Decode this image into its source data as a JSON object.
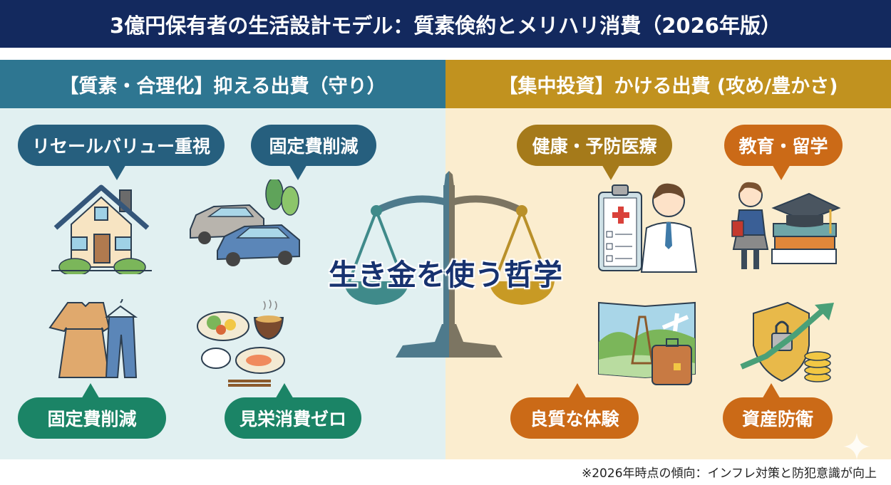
{
  "title": "3億円保有者の生活設計モデル：質素倹約とメリハリ消費（2026年版）",
  "colors": {
    "title_bg": "#13295e",
    "left_header": "#2e7691",
    "left_bg": "#e1f0f1",
    "right_header": "#c1921f",
    "right_bg": "#fbedcf",
    "blue_bubble": "#265f7e",
    "green_bubble": "#1b8466",
    "gold_bubble": "#a57a1a",
    "orange_bubble": "#cb6a17",
    "center_text": "#17326f"
  },
  "left": {
    "header": "【質素・合理化】抑える出費（守り）",
    "items": [
      {
        "label": "リセールバリュー重視",
        "icon": "house-icon"
      },
      {
        "label": "固定費削減",
        "icon": "cars-icon"
      },
      {
        "label": "固定費削減",
        "icon": "clothes-icon"
      },
      {
        "label": "見栄消費ゼロ",
        "icon": "japanese-meal-icon"
      }
    ]
  },
  "right": {
    "header": "【集中投資】かける出費 (攻め/豊かさ)",
    "items": [
      {
        "label": "健康・予防医療",
        "icon": "doctor-clipboard-icon"
      },
      {
        "label": "教育・留学",
        "icon": "student-graduation-icon"
      },
      {
        "label": "良質な体験",
        "icon": "travel-map-icon"
      },
      {
        "label": "資産防衛",
        "icon": "shield-lock-coins-icon"
      }
    ]
  },
  "center": {
    "text": "生き金を使う哲学",
    "icon": "balance-scale-icon"
  },
  "footnote": "※2026年時点の傾向：インフレ対策と防犯意識が向上"
}
